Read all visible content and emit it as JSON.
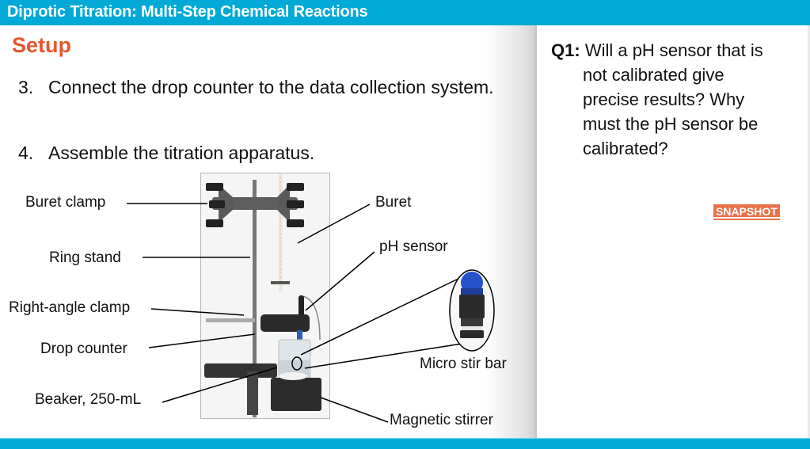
{
  "header": {
    "title": "Diprotic Titration:  Multi-Step Chemical Reactions",
    "color": "#00a9d6"
  },
  "section": {
    "title": "Setup",
    "color": "#e4572e"
  },
  "steps": [
    {
      "number": "3.",
      "text": "Connect the drop counter to the data collection system."
    },
    {
      "number": "4.",
      "text": "Assemble the titration apparatus."
    }
  ],
  "question": {
    "label": "Q1:",
    "lines": [
      "Will a pH sensor that is",
      "not calibrated give",
      "precise results? Why",
      "must the pH sensor be",
      "calibrated?"
    ]
  },
  "snapshot": {
    "label": "SNAPSHOT",
    "color": "#e8714a"
  },
  "figure": {
    "labels": {
      "buret_clamp": "Buret clamp",
      "ring_stand": "Ring stand",
      "right_angle_clamp": "Right-angle clamp",
      "drop_counter": "Drop counter",
      "beaker": "Beaker, 250-mL",
      "buret": "Buret",
      "ph_sensor": "pH sensor",
      "micro_stir_bar": "Micro stir bar",
      "magnetic_stirrer": "Magnetic stirrer"
    }
  }
}
